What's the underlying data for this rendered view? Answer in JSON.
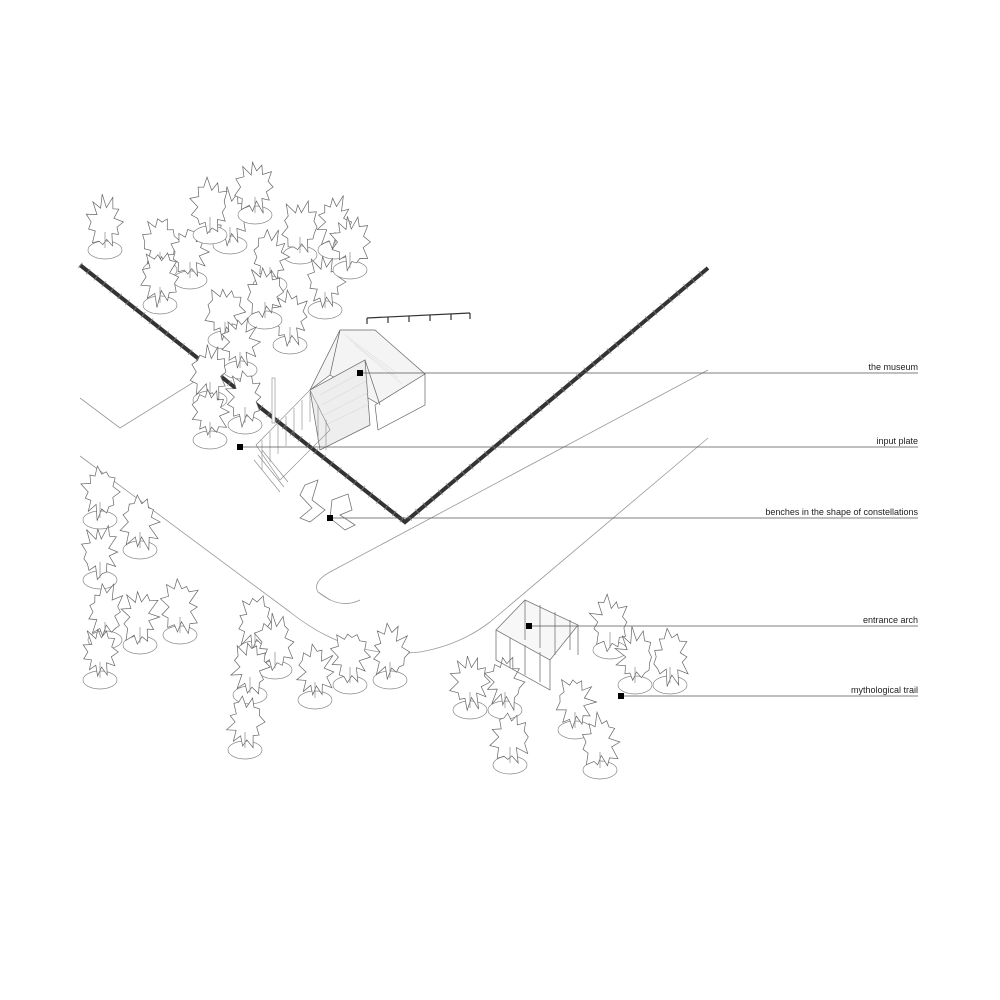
{
  "annotations": [
    {
      "id": "museum",
      "label": "the museum"
    },
    {
      "id": "input-plate",
      "label": "input plate"
    },
    {
      "id": "benches",
      "label": "benches in the shape of constellations"
    },
    {
      "id": "entrance-arch",
      "label": "entrance arch"
    },
    {
      "id": "trail",
      "label": "mythological trail"
    }
  ],
  "colors": {
    "line": "#555555",
    "fence": "#333333",
    "marker": "#000000"
  }
}
